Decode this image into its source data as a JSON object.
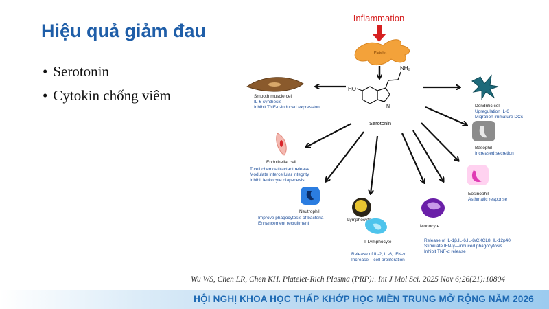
{
  "slide": {
    "title": "Hiệu quả giảm đau",
    "bullets": [
      "Serotonin",
      "Cytokin chống viêm"
    ]
  },
  "diagram": {
    "inflammation_label": "Inflammation",
    "platelet_label": "Platelet",
    "molecule": {
      "name": "Serotonin",
      "ho_label": "HO",
      "nh2_label": "NH₂",
      "nh_label": "N\nH"
    },
    "cells": {
      "smooth_muscle": {
        "name": "Smooth muscle cell",
        "effects": [
          "IL-6 synthesis",
          "Inhibit TNF-α-induced expression"
        ]
      },
      "dendritic": {
        "name": "Dendritic cell",
        "effects": [
          "Upregulation IL-6",
          "Migration immature DCs"
        ]
      },
      "basophil": {
        "name": "Basophil",
        "effects": [
          "Increased secretion"
        ]
      },
      "endothelial": {
        "name": "Endothelial cell",
        "effects": [
          "T cell chemoattractant release",
          "Modulate intercellular integrity",
          "Inhibit leukocyte diapedesis"
        ]
      },
      "eosinophil": {
        "name": "Eosinophil",
        "effects": [
          "Asthmatic response"
        ]
      },
      "neutrophil": {
        "name": "Neutrophil",
        "effects": [
          "Improve phagocytosis of bacteria",
          "Enhancement recruitment"
        ]
      },
      "lymphocyte": {
        "name": "Lymphocyte"
      },
      "t_lymphocyte": {
        "name": "T Lymphocyte",
        "effects": [
          "Release of IL-2, IL-6, IFN-γ",
          "Increase T cell proliferation"
        ]
      },
      "monocyte": {
        "name": "Monocyte",
        "effects": [
          "Release of IL-1β,IL-6,IL-8/CXCL8, IL-12p40",
          "Stimulate IFN-γ—induced phagocytosis",
          "Inhibit TNF-α release"
        ]
      }
    }
  },
  "citation": "Wu WS, Chen LR, Chen KH. Platelet-Rich Plasma (PRP):. Int J Mol Sci. 2025 Nov 6;26(21):10804",
  "footer": "HỘI NGHỊ KHOA HỌC THẤP KHỚP HỌC MIỀN TRUNG MỞ RỘNG NĂM 2026",
  "colors": {
    "title": "#1f5ea8",
    "effect_text": "#1f4f9a",
    "inflammation": "#d62020",
    "footer_text": "#1d69b3"
  }
}
